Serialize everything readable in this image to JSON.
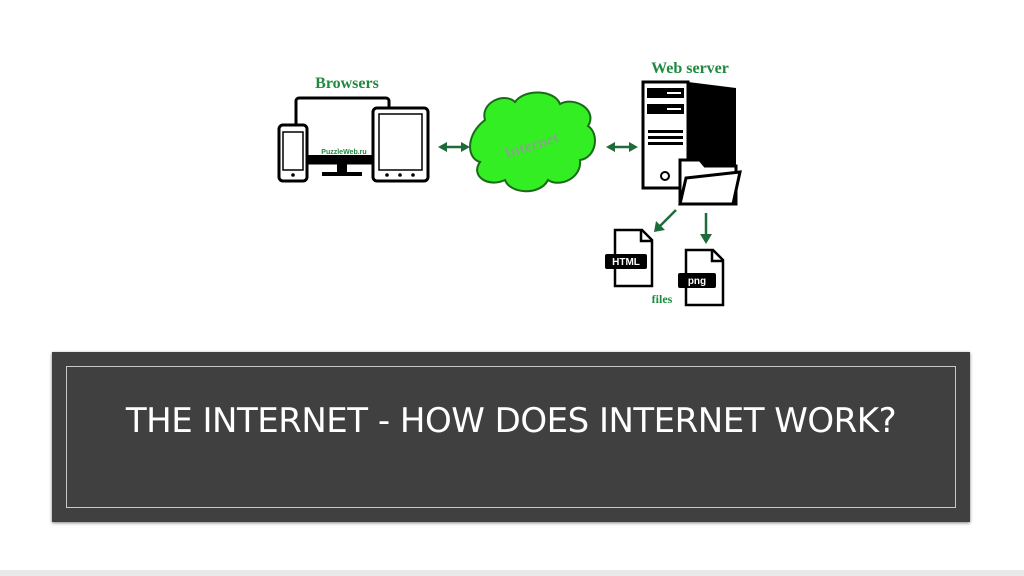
{
  "diagram": {
    "browsers_label": "Browsers",
    "monitor_brand": "PuzzleWeb.ru",
    "internet_label": "Internet",
    "server_label": "Web server",
    "html_file_label": "HTML",
    "png_file_label": "png",
    "files_label": "files",
    "accent_color": "#1f8a3f",
    "cloud_color": "#33ee22",
    "arrow_color": "#1e6b3a"
  },
  "slide": {
    "title": "THE INTERNET - HOW DOES INTERNET WORK?"
  }
}
